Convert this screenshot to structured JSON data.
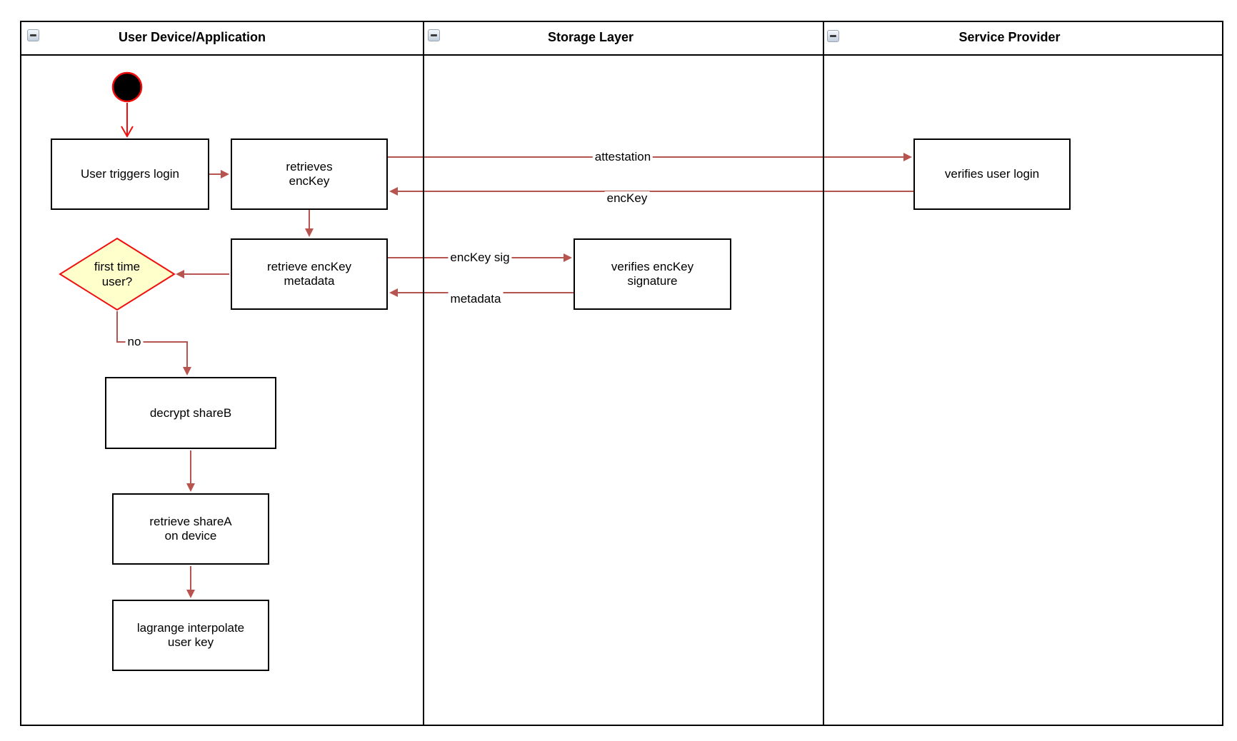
{
  "colors": {
    "arrow_brick": "#b85450",
    "accent_red": "#f20d0d",
    "diamond_fill": "#ffffcc",
    "border_black": "#000000"
  },
  "lanes": [
    {
      "title": "User Device/Application"
    },
    {
      "title": "Storage Layer"
    },
    {
      "title": "Service Provider"
    }
  ],
  "nodes": {
    "user_triggers_login": {
      "label": "User triggers login"
    },
    "retrieves_enckey": {
      "label": "retrieves\nencKey"
    },
    "retrieve_enckey_metadata": {
      "label": "retrieve encKey\nmetadata"
    },
    "verifies_enckey_signature": {
      "label": "verifies encKey\nsignature"
    },
    "decrypt_shareb": {
      "label": "decrypt shareB"
    },
    "retrieve_sharea_on_device": {
      "label": "retrieve shareA\non device"
    },
    "lagrange_interpolate_user_key": {
      "label": "lagrange interpolate\nuser key"
    },
    "verifies_user_login": {
      "label": "verifies user login"
    },
    "first_time_user": {
      "label": "first time\nuser?"
    }
  },
  "edge_labels": {
    "attestation": "attestation",
    "enckey": "encKey",
    "enckey_sig": "encKey sig",
    "metadata": "metadata",
    "no": "no"
  }
}
